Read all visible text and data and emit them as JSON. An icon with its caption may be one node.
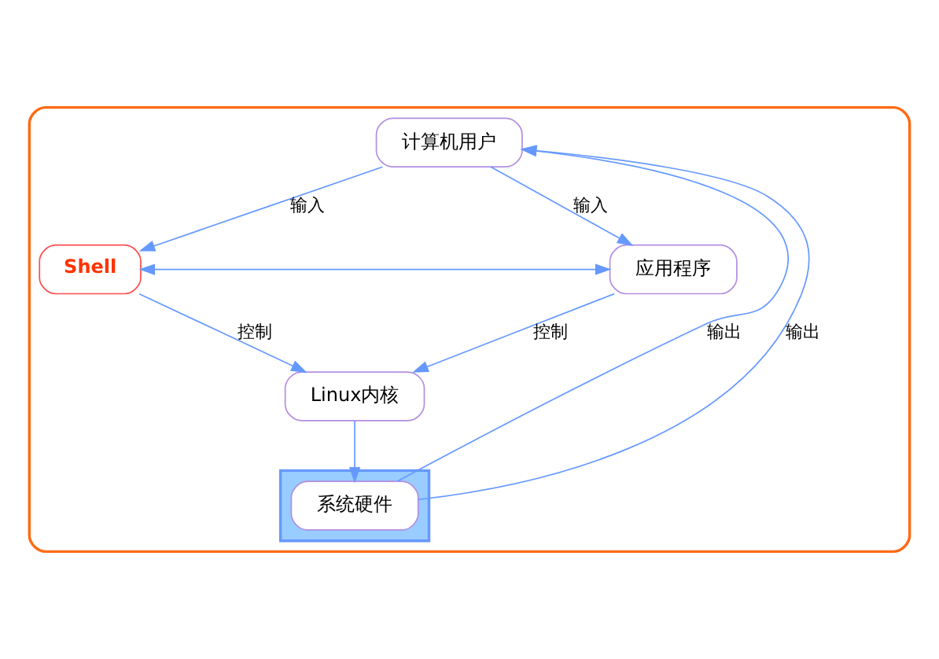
{
  "diagram": {
    "nodes": [
      {
        "text": [],
        "shape": "box"
      },
      {
        "text": [
          "计算机用户"
        ],
        "in": 0
      },
      {
        "text": [
          "Shell"
        ],
        "in": 0
      },
      {
        "text": [
          "应用程序"
        ],
        "in": 0
      },
      {
        "text": [
          "Linux内核"
        ],
        "in": 0
      },
      {
        "text": [],
        "shape": "triangle",
        "in": 0
      },
      {
        "text": [
          "系统硬件"
        ],
        "in": 5
      }
    ],
    "edges": [
      {
        "from": 1,
        "to": 2,
        "arrow": "to",
        "label": "输入"
      },
      {
        "from": 1,
        "to": 3,
        "arrow": "to",
        "label": "输入"
      },
      {
        "from": 2,
        "to": 3,
        "arrow": "both"
      },
      {
        "from": 2,
        "to": 4,
        "arrow": "to",
        "label": "控制"
      },
      {
        "from": 3,
        "to": 4,
        "arrow": "to",
        "label": "控制"
      },
      {
        "from": 4,
        "to": 6,
        "arrow": "to"
      },
      {
        "from": 6,
        "to": 1,
        "arrow": "to",
        "label": "输出"
      },
      {
        "from": 6,
        "to": 1,
        "arrow": "to",
        "label": "输出"
      }
    ]
  }
}
